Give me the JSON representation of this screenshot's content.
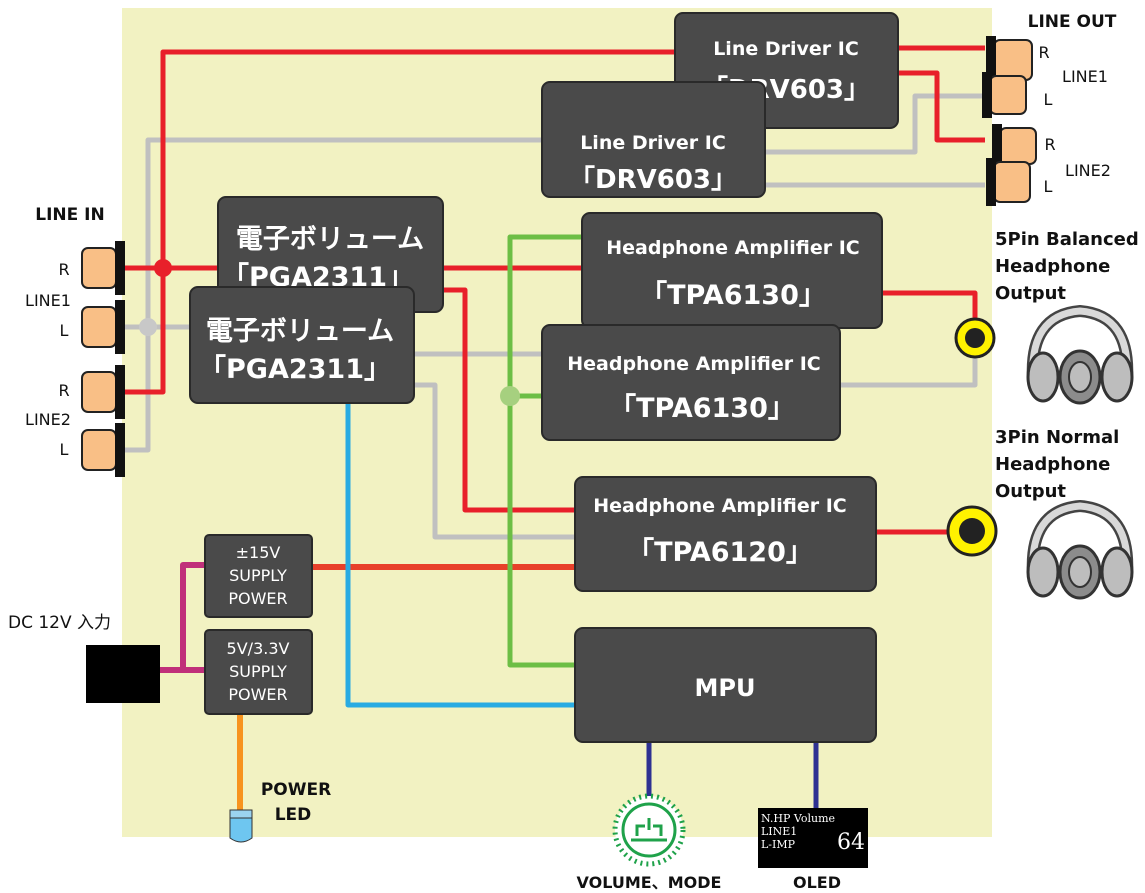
{
  "blocks": {
    "line_driver_1": {
      "name": "Line Driver IC",
      "part": "「DRV603」"
    },
    "line_driver_2": {
      "name": "Line Driver IC",
      "part": "「DRV603」"
    },
    "evol_1": {
      "name": "電子ボリューム",
      "part": "「PGA2311」"
    },
    "evol_2": {
      "name": "電子ボリューム",
      "part": "「PGA2311」"
    },
    "hp_amp_1": {
      "name": "Headphone  Amplifier IC",
      "part": "「TPA6130」"
    },
    "hp_amp_2": {
      "name": "Headphone  Amplifier IC",
      "part": "「TPA6130」"
    },
    "hp_amp_3": {
      "name": "Headphone  Amplifier IC",
      "part": "「TPA6120」"
    },
    "mpu": {
      "name": "MPU"
    },
    "supply_15v": {
      "l1": "±15V",
      "l2": "SUPPLY",
      "l3": "POWER"
    },
    "supply_5v": {
      "l1": "5V/3.3V",
      "l2": "SUPPLY",
      "l3": "POWER"
    }
  },
  "labels": {
    "line_in": "LINE IN",
    "line_out": "LINE OUT",
    "in_r1": "R",
    "in_line1": "LINE1",
    "in_l1": "L",
    "in_r2": "R",
    "in_line2": "LINE2",
    "in_l2": "L",
    "out_r1": "R",
    "out_l1": "L",
    "out_line1": "LINE1",
    "out_r2": "R",
    "out_l2": "L",
    "out_line2": "LINE2",
    "balanced": [
      "5Pin Balanced",
      "Headphone",
      "Output"
    ],
    "normal": [
      "3Pin Normal",
      "Headphone",
      "Output"
    ],
    "dc_in": "DC 12V 入力",
    "power_led": [
      "POWER",
      "LED"
    ],
    "volume_mode": "VOLUME、MODE",
    "oled": "OLED"
  },
  "oled_display": {
    "line1": "N.HP Volume",
    "line2": "LINE1",
    "line3": "L-IMP",
    "value": "64"
  },
  "colors": {
    "board": "#F2F2C2",
    "block": "#4A4A4A",
    "signal_r": "#E8202A",
    "signal_l": "#C0C0C0",
    "control": "#6DBE45",
    "spi": "#29ABE2",
    "power": "#C0307A",
    "led_line": "#F7931E",
    "ui_bus": "#2E3192",
    "jack": "#F9BF86"
  }
}
